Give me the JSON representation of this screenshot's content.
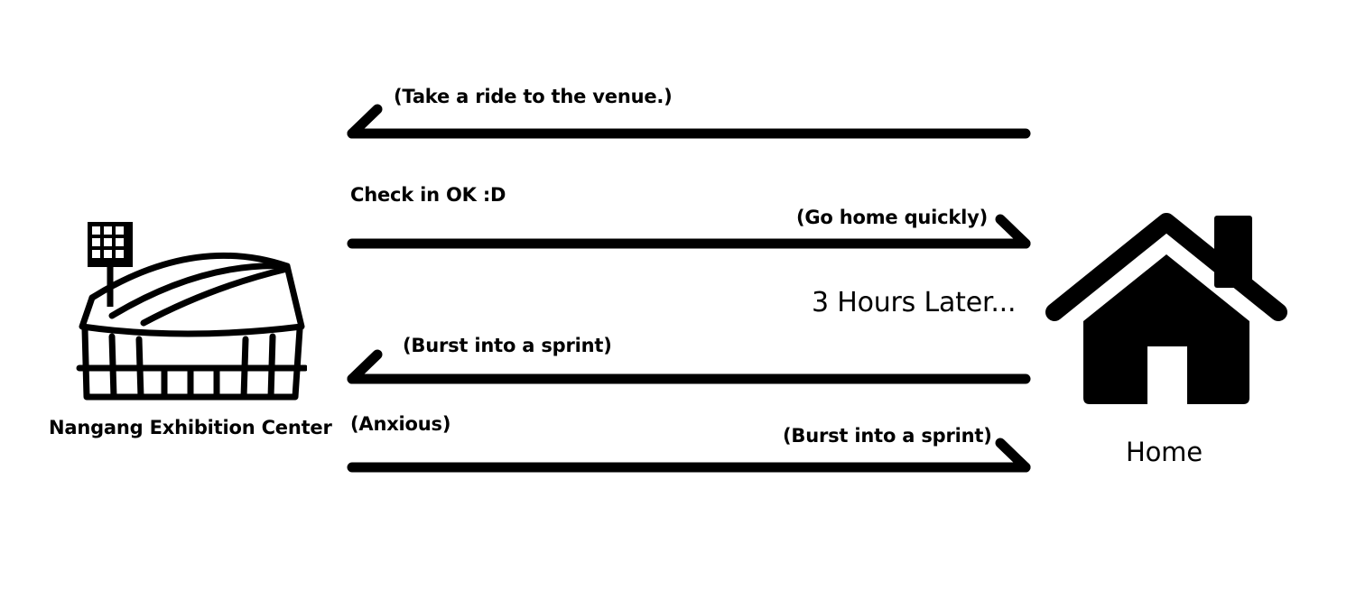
{
  "nodes": {
    "venue": {
      "label": "Nangang Exhibition Center",
      "icon": "stadium-icon"
    },
    "home": {
      "label": "Home",
      "icon": "house-icon"
    }
  },
  "arrows": [
    {
      "direction": "to-venue",
      "label": "(Take a ride to the venue.)"
    },
    {
      "direction": "to-home",
      "label_start": "Check in OK :D",
      "label_end": "(Go home quickly)"
    },
    {
      "direction": "to-venue",
      "label": "(Burst into a sprint)"
    },
    {
      "direction": "to-home",
      "label_start": "(Anxious)",
      "label_end": "(Burst into a sprint)"
    }
  ],
  "interlude": "3 Hours Later..."
}
